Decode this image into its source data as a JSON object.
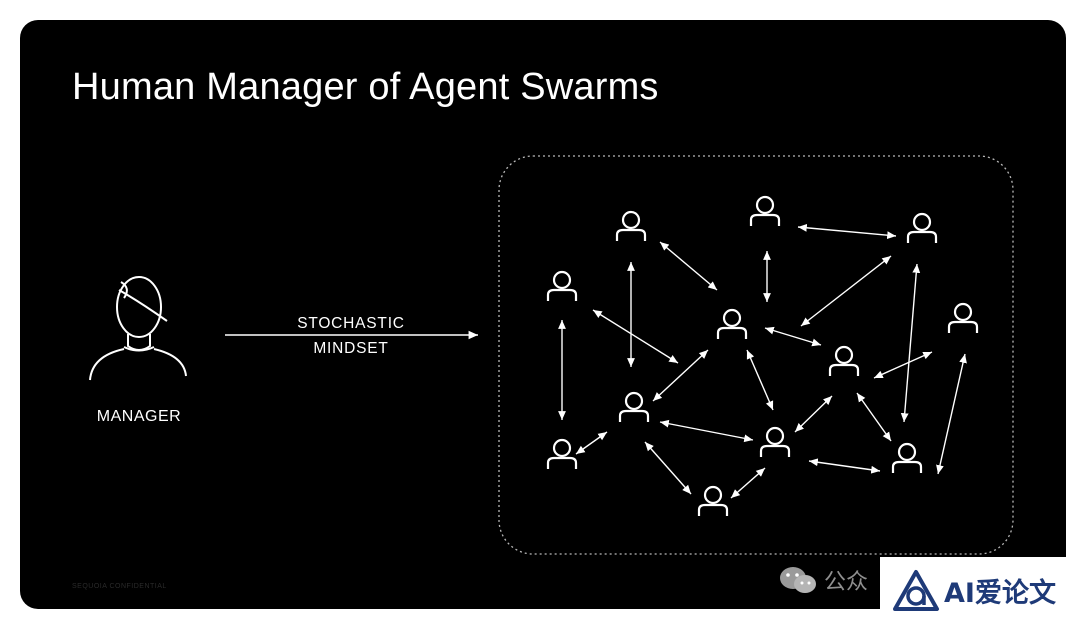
{
  "slide": {
    "title": "Human Manager of Agent Swarms",
    "arrow_label_line1": "STOCHASTIC",
    "arrow_label_line2": "MINDSET",
    "manager_label": "MANAGER",
    "footer_text": "SEQUOIA CONFIDENTIAL"
  },
  "watermark": {
    "text": "公众",
    "logo_text": "AI爱论文",
    "logo_icon": "a-triangle-logo-icon",
    "chat_icon": "wechat-icon"
  },
  "colors": {
    "background": "#000000",
    "foreground": "#ffffff",
    "page": "#ffffff",
    "logo": "#1e3a78",
    "watermark": "#8f8f8f"
  }
}
